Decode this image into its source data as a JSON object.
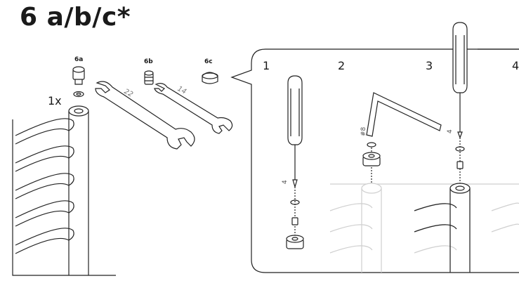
{
  "title": "6 a/b/c*",
  "parts": {
    "a": "6a",
    "b": "6b",
    "c": "6c"
  },
  "quantity": "1x",
  "wrench_sizes": {
    "large": "22",
    "small": "14"
  },
  "steps": [
    "1",
    "2",
    "3",
    "4"
  ],
  "tool_marks": {
    "screwdriver_size": "4",
    "hex_key_size": "#8"
  }
}
